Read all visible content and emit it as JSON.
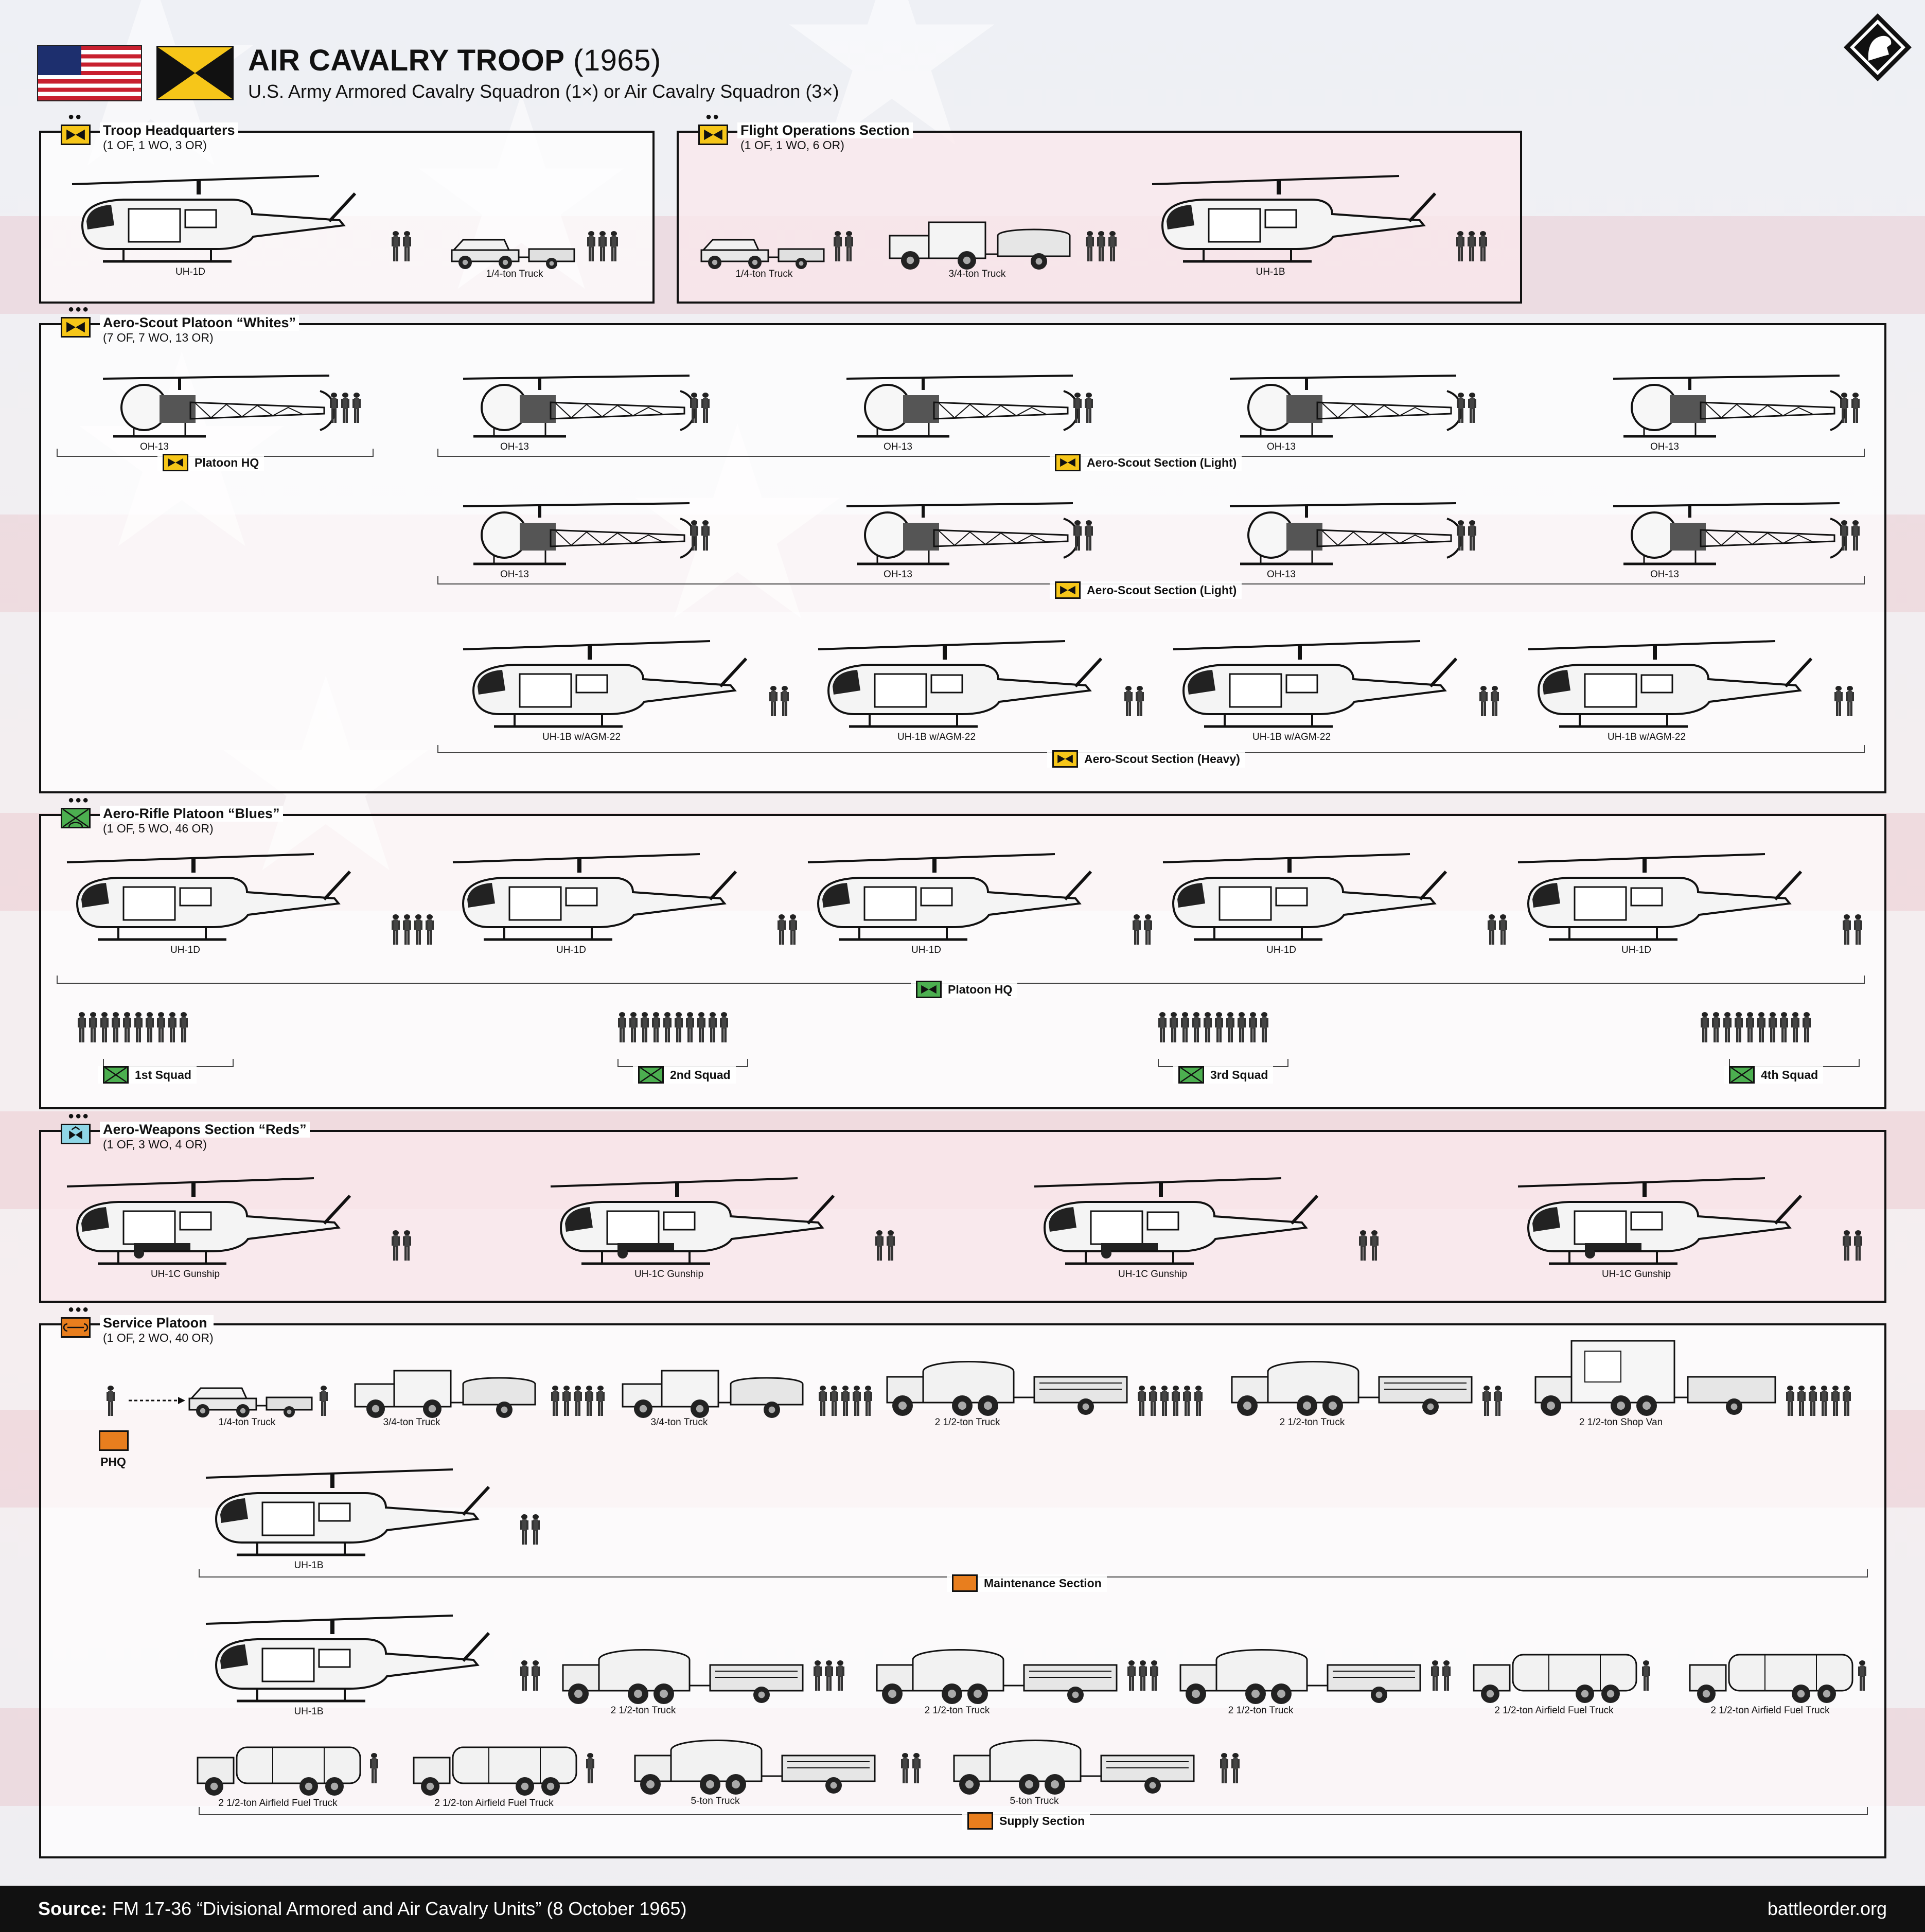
{
  "header": {
    "title": "AIR CAVALRY TROOP",
    "year": "(1965)",
    "subtitle": "U.S. Army Armored Cavalry Squadron (1×) or Air Cavalry Squadron (3×)"
  },
  "colors": {
    "yellow": "#f6c619",
    "green": "#4caf50",
    "cyan": "#8fd6e6",
    "orange": "#e87e1e"
  },
  "hq": {
    "name": "Troop Headquarters",
    "strength": "(1 OF, 1 WO, 3 OR)",
    "items": [
      {
        "label": "UH-1D",
        "soldiers": 2
      },
      {
        "label": "1/4-ton Truck",
        "soldiers": 3
      }
    ]
  },
  "flightops": {
    "name": "Flight Operations Section",
    "strength": "(1 OF, 1 WO, 6 OR)",
    "items": [
      {
        "label": "1/4-ton Truck",
        "soldiers": 2
      },
      {
        "label": "3/4-ton Truck",
        "soldiers": 3
      },
      {
        "label": "UH-1B",
        "soldiers": 3
      }
    ]
  },
  "scouts": {
    "name": "Aero-Scout Platoon “Whites”",
    "strength": "(7 OF, 7 WO, 13 OR)",
    "platoon_hq": "Platoon HQ",
    "oh13": "OH-13",
    "light": "Aero-Scout Section (Light)",
    "heavy": "Aero-Scout Section (Heavy)",
    "uh1b_agm": "UH-1B w/AGM-22"
  },
  "rifles": {
    "name": "Aero-Rifle Platoon “Blues”",
    "strength": "(1 OF, 5 WO, 46 OR)",
    "uh1d": "UH-1D",
    "platoon_hq": "Platoon HQ",
    "squads": [
      "1st Squad",
      "2nd Squad",
      "3rd Squad",
      "4th Squad"
    ]
  },
  "weapons": {
    "name": "Aero-Weapons Section “Reds”",
    "strength": "(1 OF, 3 WO, 4 OR)",
    "gunship": "UH-1C Gunship"
  },
  "service": {
    "name": "Service Platoon",
    "strength": "(1 OF, 2 WO, 40 OR)",
    "phq": "PHQ",
    "maint_items": [
      "1/4-ton Truck",
      "3/4-ton Truck",
      "3/4-ton Truck",
      "2 1/2-ton Truck",
      "2 1/2-ton Truck",
      "2 1/2-ton Shop Van"
    ],
    "uh1b": "UH-1B",
    "maint_section": "Maintenance Section",
    "supply_row1": [
      "2 1/2-ton Truck",
      "2 1/2-ton Truck",
      "2 1/2-ton Truck",
      "2 1/2-ton Airfield Fuel Truck",
      "2 1/2-ton Airfield Fuel Truck"
    ],
    "supply_row2": [
      "2 1/2-ton Airfield Fuel Truck",
      "2 1/2-ton Airfield Fuel Truck",
      "5-ton Truck",
      "5-ton Truck"
    ],
    "supply_section": "Supply Section"
  },
  "footer": {
    "source_label": "Source:",
    "source_text": "FM 17-36 “Divisional Armored and Air Cavalry Units” (8 October 1965)",
    "site": "battleorder.org"
  }
}
